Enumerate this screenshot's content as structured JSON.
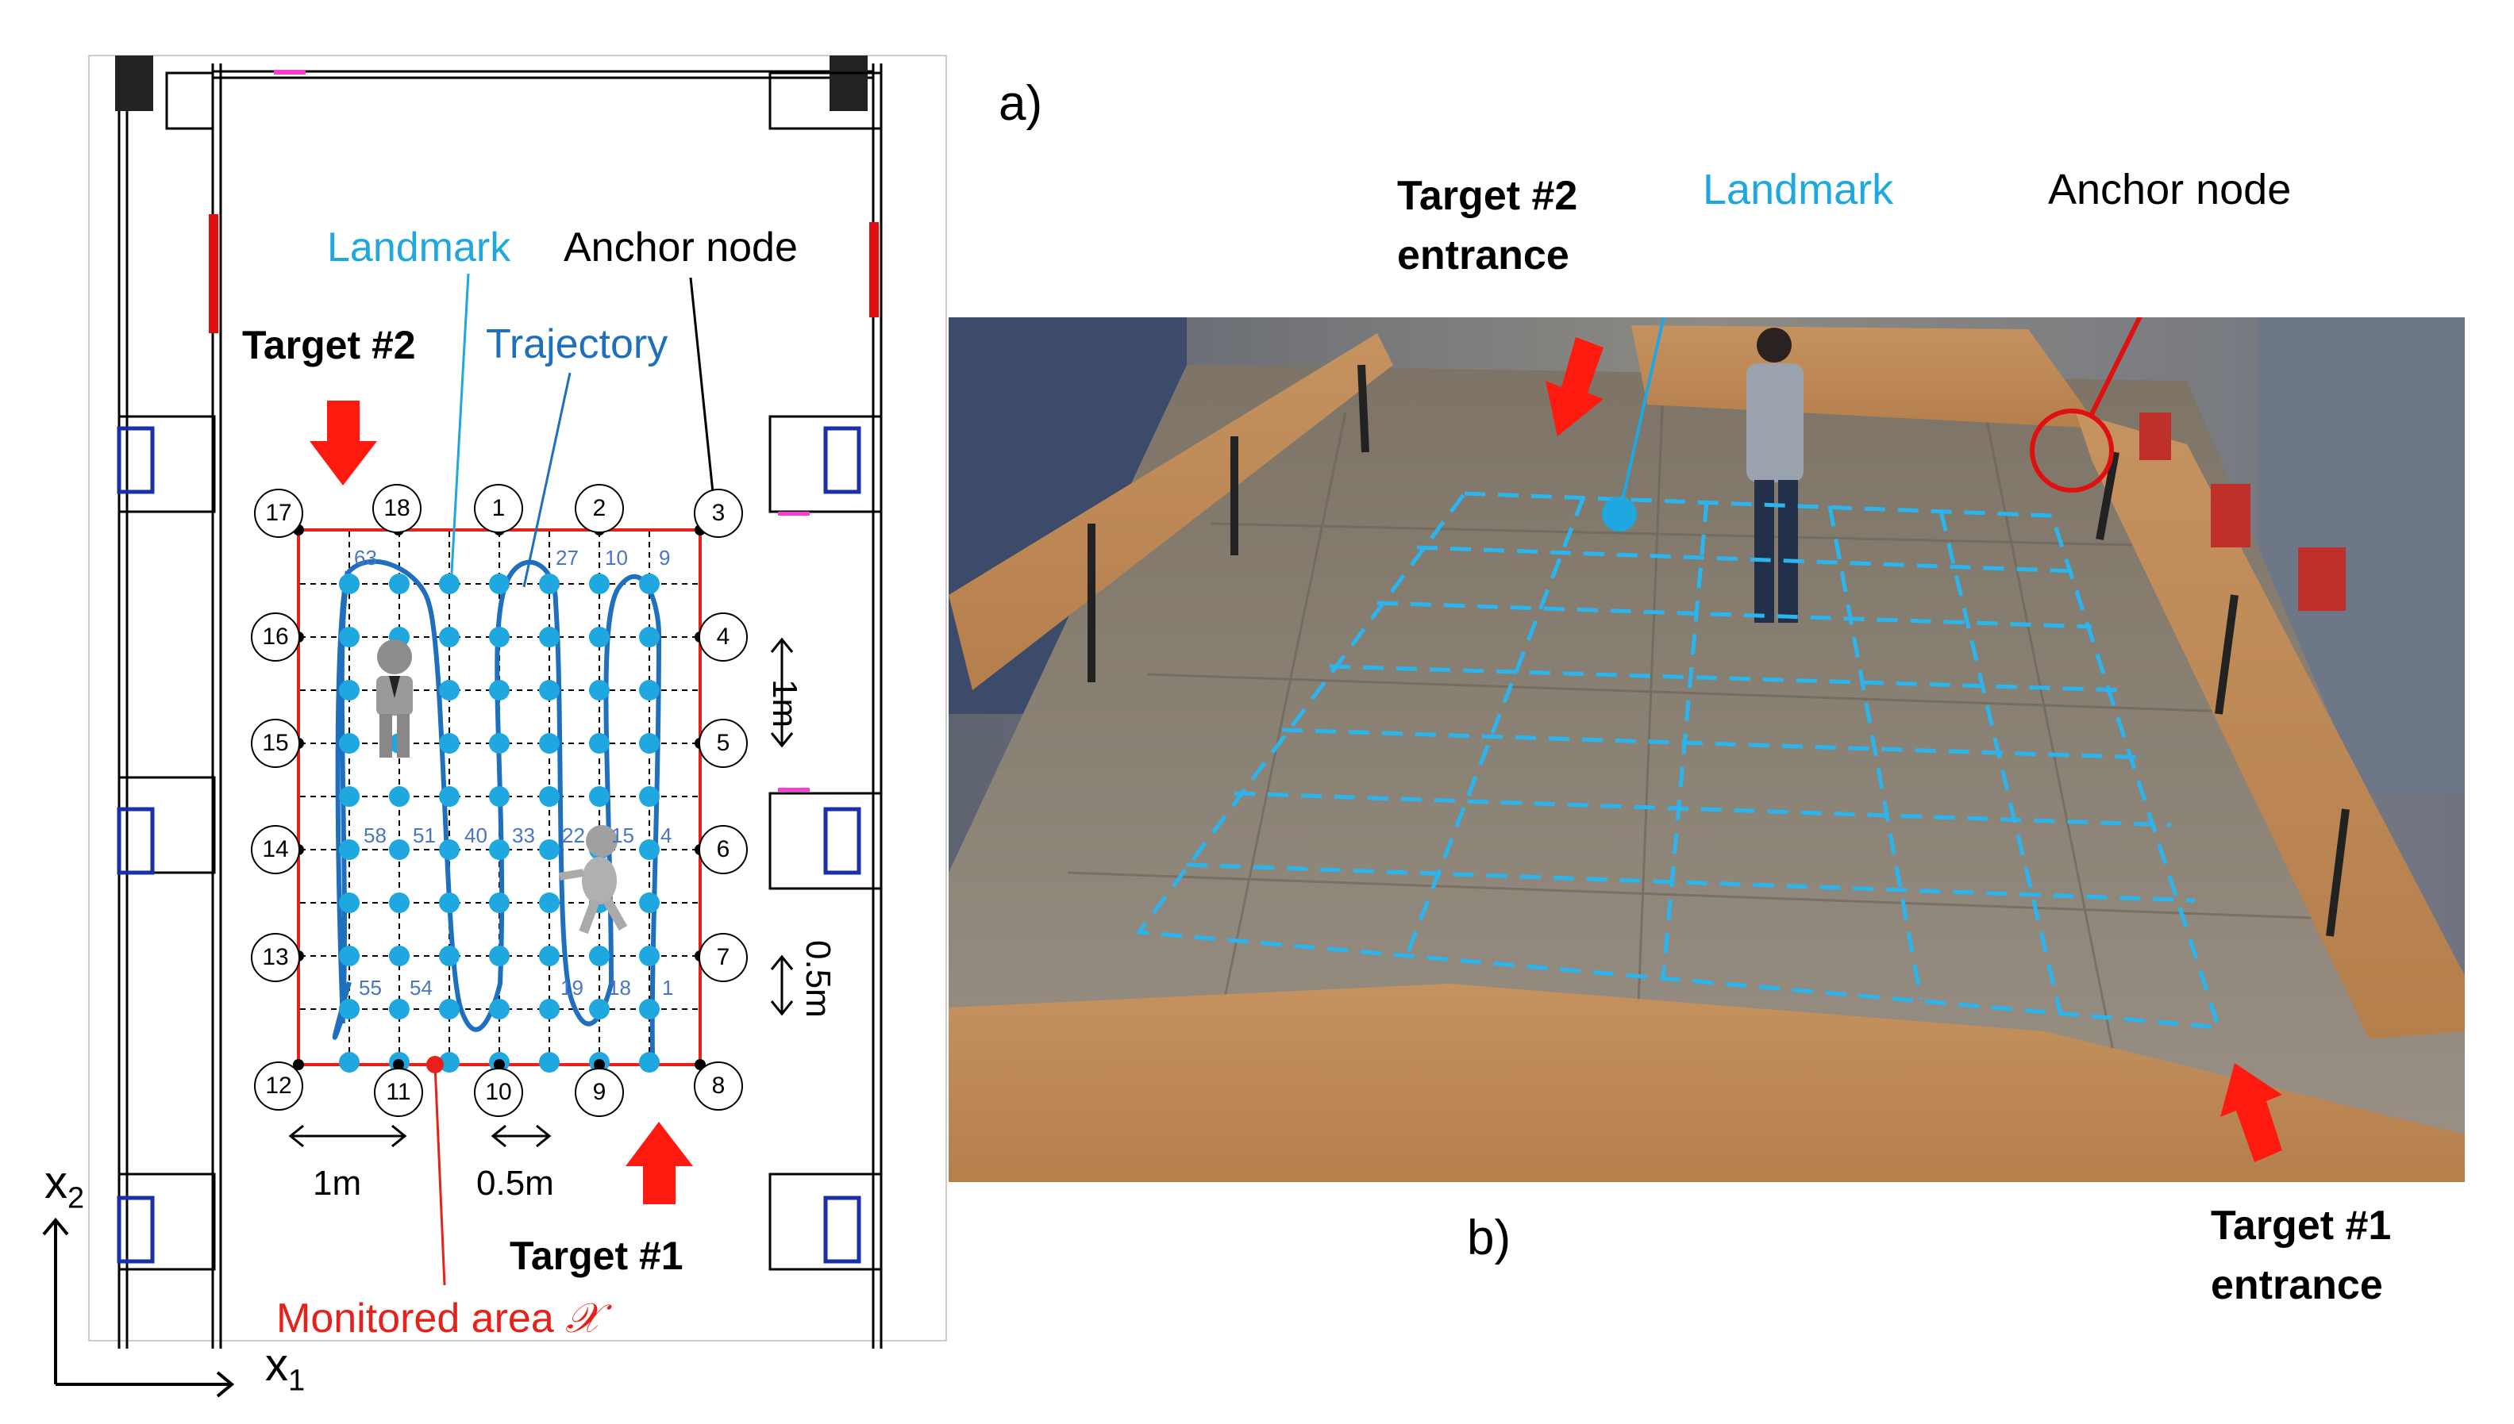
{
  "panel_a": {
    "label": "a)",
    "annotations": {
      "landmark": "Landmark",
      "anchor_node": "Anchor node",
      "trajectory": "Trajectory",
      "target2": "Target #2",
      "target1": "Target #1",
      "monitored_area": "Monitored area",
      "monitored_area_symbol": "𝒳",
      "scale_1m_vertical": "1m",
      "scale_05m_vertical": "0.5m",
      "scale_1m_horizontal": "1m",
      "scale_05m_horizontal": "0.5m",
      "axis_x1": "x",
      "axis_x1_sub": "1",
      "axis_x2": "x",
      "axis_x2_sub": "2"
    },
    "anchor_nodes": [
      "17",
      "18",
      "1",
      "2",
      "3",
      "16",
      "4",
      "15",
      "5",
      "14",
      "6",
      "13",
      "7",
      "12",
      "11",
      "10",
      "9",
      "8"
    ],
    "landmark_numbers": [
      "63",
      "27",
      "10",
      "9",
      "58",
      "51",
      "40",
      "33",
      "22",
      "15",
      "4",
      "55",
      "54",
      "19",
      "18",
      "1"
    ],
    "colors": {
      "monitored_area": "#e8201a",
      "landmark": "#1fa7e0",
      "trajectory": "#1f6fbf",
      "arrow": "#ff1a10",
      "landmark_label": "#1fa7e0",
      "trajectory_label": "#1f6fbf"
    }
  },
  "panel_b": {
    "label": "b)",
    "annotations": {
      "target2_line1": "Target #2",
      "target2_line2": "entrance",
      "landmark": "Landmark",
      "anchor_node": "Anchor node",
      "target1_line1": "Target #1",
      "target1_line2": "entrance"
    },
    "image_description_icon": "photo-of-room"
  }
}
